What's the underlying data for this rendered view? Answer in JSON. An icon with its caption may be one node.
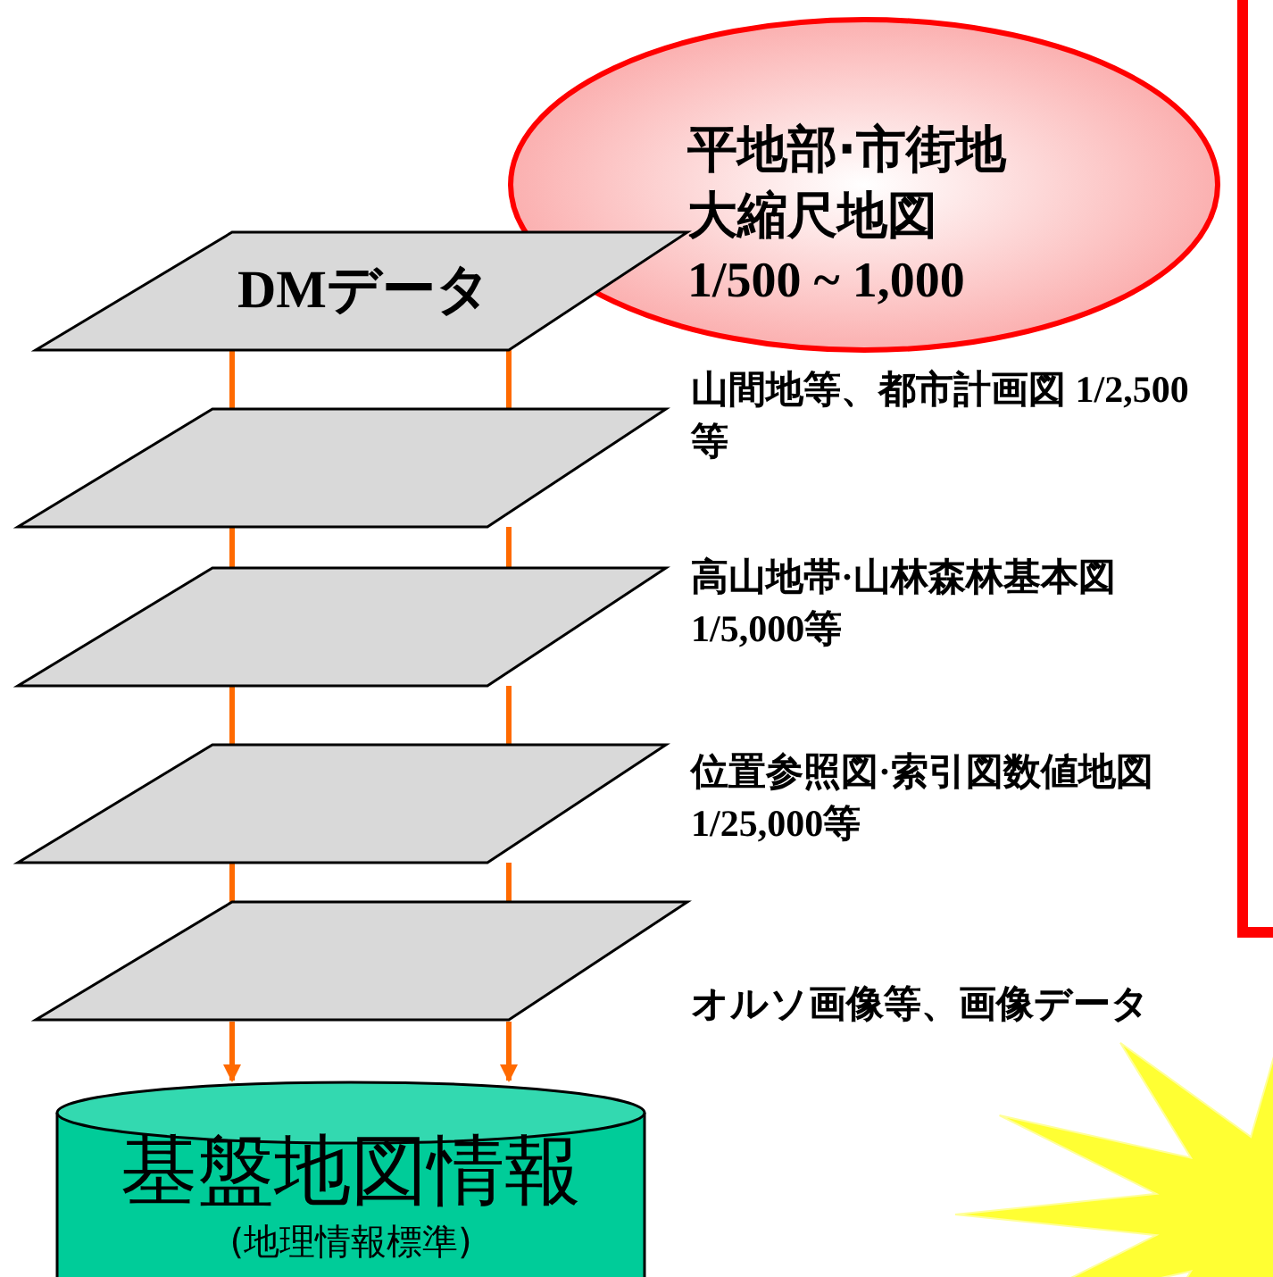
{
  "diagram": {
    "nodes": [
      {
        "text": [
          "平地部·市街地大縮尺地図",
          "1/500 ~ 1,000"
        ]
      },
      {
        "text": [
          "DMデータ"
        ]
      },
      {
        "text": [],
        "shape": "parallelogram",
        "beside": [
          "山間地等、都市計画図 1/2,500等"
        ]
      },
      {
        "text": [],
        "shape": "parallelogram",
        "beside": [
          "高山地帯·山林森林基本図 1/5,000等"
        ]
      },
      {
        "text": [],
        "shape": "parallelogram",
        "beside": [
          "位置参照図·索引図数値地図 1/25,000等"
        ]
      },
      {
        "text": [],
        "shape": "parallelogram",
        "beside": [
          "オルソ画像等、画像データ"
        ]
      },
      {
        "text": [
          "基盤地図情報",
          "(地理情報標準)"
        ]
      }
    ],
    "edges": [
      {
        "from": 1,
        "to": 2,
        "arrow": "none"
      },
      {
        "from": 1,
        "to": 2,
        "arrow": "none"
      },
      {
        "from": 2,
        "to": 3,
        "arrow": "none"
      },
      {
        "from": 2,
        "to": 3,
        "arrow": "none"
      },
      {
        "from": 3,
        "to": 4,
        "arrow": "none"
      },
      {
        "from": 3,
        "to": 4,
        "arrow": "none"
      },
      {
        "from": 4,
        "to": 5,
        "arrow": "none"
      },
      {
        "from": 4,
        "to": 5,
        "arrow": "none"
      },
      {
        "from": 5,
        "to": 6,
        "arrow": "to"
      },
      {
        "from": 5,
        "to": 6,
        "arrow": "to"
      }
    ]
  }
}
